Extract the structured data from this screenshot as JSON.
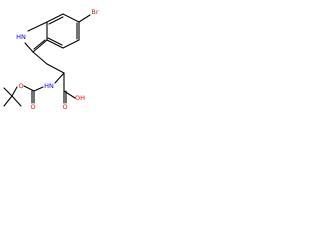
{
  "molecule": {
    "labels": {
      "br": "Br",
      "nh_ring": "HN",
      "nh_chain": "HN",
      "oh": "OH",
      "o_acid": "O",
      "o_ester": "O",
      "o_carbamate": "O"
    },
    "colors": {
      "bond": "#000000",
      "bromine": "#a52a2a",
      "nitrogen": "#0000ff",
      "oxygen": "#ff0000"
    }
  }
}
